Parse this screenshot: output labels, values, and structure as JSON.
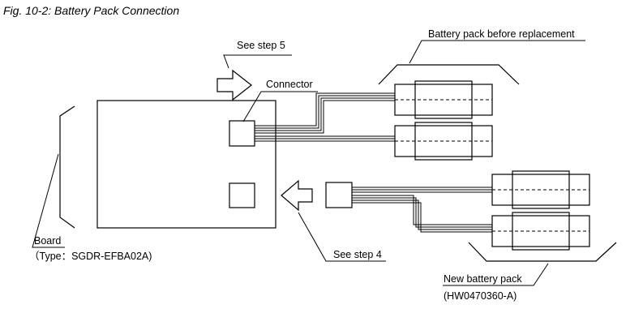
{
  "caption": "Fig. 10-2: Battery Pack Connection",
  "labels": {
    "see_step_5": "See step 5",
    "connector": "Connector",
    "battery_before": "Battery pack before replacement",
    "board": "Board",
    "board_type": "（Type：SGDR-EFBA02A)",
    "see_step_4": "See step 4",
    "new_battery": "New battery pack",
    "new_battery_model": "(HW0470360-A)"
  }
}
